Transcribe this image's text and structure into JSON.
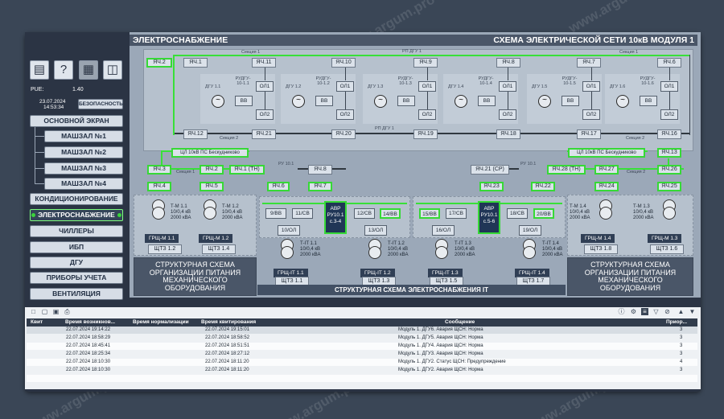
{
  "sidebar": {
    "pue_label": "PUE:",
    "pue_value": "1.40",
    "date": "23.07.2024",
    "time": "14:53:34",
    "security_button": "БЕЗОПАСНОСТЬ",
    "main_screen": "ОСНОВНОЙ ЭКРАН",
    "halls": [
      "МАШЗАЛ №1",
      "МАШЗАЛ №2",
      "МАШЗАЛ №3",
      "МАШЗАЛ №4"
    ],
    "conditioning": "КОНДИЦИОНИРОВАНИЕ",
    "power_supply": "ЭЛЕКТРОСНАБЖЕНИЕ",
    "chillers": "ЧИЛЛЕРЫ",
    "ups": "ИБП",
    "dgu": "ДГУ",
    "meters": "ПРИБОРЫ УЧЕТА",
    "ventilation": "ВЕНТИЛЯЦИЯ",
    "icons": [
      "document-search-icon",
      "help-icon",
      "building-icon",
      "book-icon"
    ]
  },
  "header": {
    "left_title": "ЭЛЕКТРОСНАБЖЕНИЕ",
    "right_title": "СХЕМА ЭЛЕКТРИЧЕСКОЙ СЕТИ 10кВ МОДУЛЯ 1"
  },
  "diagram": {
    "top_row": [
      "ЯЧ.2",
      "ЯЧ.1",
      "ЯЧ.11",
      "ЯЧ.10",
      "ЯЧ.9",
      "ЯЧ.8",
      "ЯЧ.7",
      "ЯЧ.6"
    ],
    "section1": "Секция 1",
    "rp_dgu1": "РП ДГУ 1",
    "section1_right": "Секция 1",
    "dgu": [
      {
        "name": "ДГУ 1.1",
        "rudgu": "РУДГУ- 10-1.1"
      },
      {
        "name": "ДГУ 1.2",
        "rudgu": "РУДГУ- 10-1.2"
      },
      {
        "name": "ДГУ 1.3",
        "rudgu": "РУДГУ- 10-1.3"
      },
      {
        "name": "ДГУ 1.4",
        "rudgu": "РУДГУ- 10-1.4"
      },
      {
        "name": "ДГУ 1.5",
        "rudgu": "РУДГУ- 10-1.5"
      },
      {
        "name": "ДГУ 1.6",
        "rudgu": "РУДГУ- 10-1.6"
      }
    ],
    "vv": "ВВ",
    "ol1": "ОЛ1",
    "ol2": "ОЛ2",
    "mid_row": [
      "ЯЧ.12",
      "ЯЧ.21",
      "ЯЧ.20",
      "ЯЧ.19",
      "ЯЧ.18",
      "ЯЧ.17",
      "ЯЧ.16"
    ],
    "section2": "Секция 2",
    "rp_dgu1_lower": "РП ДГУ 1",
    "section2_right": "Секция 2",
    "cl_left": "ЦЛ 10кВ ПС Бескудниково",
    "cl_right": "ЦЛ 10кВ ПС Бескудниково",
    "ya13": "ЯЧ.13",
    "ru101_left": "РУ 10.1",
    "ru101_right": "РУ 10.1",
    "section1_ru": "Секция 1",
    "section2_ru": "Секция 2",
    "ru_row": [
      "ЯЧ.3",
      "ЯЧ.2",
      "ЯЧ.1 (ТН)",
      "ЯЧ.8",
      "ЯЧ.21 (СР)",
      "ЯЧ.28 (ТН)",
      "ЯЧ.27",
      "ЯЧ.26"
    ],
    "ru_row2": [
      "ЯЧ.4",
      "ЯЧ.5",
      "ЯЧ.6",
      "ЯЧ.7",
      "ЯЧ.23",
      "ЯЧ.22",
      "ЯЧ.24",
      "ЯЧ.25"
    ],
    "rp_left": [
      "9/ВВ",
      "11/СВ",
      "12/СВ",
      "14/ВВ"
    ],
    "rp_right": [
      "15/ВВ",
      "17/СВ",
      "18/СВ",
      "20/ВВ"
    ],
    "ol_left": [
      "10/ОЛ",
      "13/ОЛ"
    ],
    "ol_right": [
      "16/ОЛ",
      "19/ОЛ"
    ],
    "avr_left": "АВР РУ10.1 с.3-4",
    "avr_right": "АВР РУ10.1 с.5-6",
    "tm_left": [
      {
        "name": "Т-М 1.1",
        "spec": "10/0,4 кВ",
        "power": "2000 кВА"
      },
      {
        "name": "Т-М 1.2",
        "spec": "10/0,4 кВ",
        "power": "2000 кВА"
      }
    ],
    "tm_right": [
      {
        "name": "Т-М 1.4",
        "spec": "10/0,4 кВ",
        "power": "2000 кВА"
      },
      {
        "name": "Т-М 1.3",
        "spec": "10/0,4 кВ",
        "power": "2000 кВА"
      }
    ],
    "tit": [
      {
        "name": "Т-IT 1.1",
        "spec": "10/0,4 кВ",
        "power": "2000 кВА"
      },
      {
        "name": "Т-IT 1.2",
        "spec": "10/0,4 кВ",
        "power": "2000 кВА"
      },
      {
        "name": "Т-IT 1.3",
        "spec": "10/0,4 кВ",
        "power": "2000 кВА"
      },
      {
        "name": "Т-IT 1.4",
        "spec": "10/0,4 кВ",
        "power": "2000 кВА"
      }
    ],
    "grsh_m": [
      "ГРЩ-М 1.1",
      "ГРЩ-М 1.2",
      "ГРЩ-М 1.4",
      "ГРЩ-М 1.3"
    ],
    "sht_m": [
      "ЩТЗ 1.2",
      "ЩТЗ 1.4",
      "ЩТЗ 1.8",
      "ЩТЗ 1.6"
    ],
    "grsh_it": [
      "ГРЩ-IT 1.1",
      "ГРЩ-IT 1.2",
      "ГРЩ-IT 1.3",
      "ГРЩ-IT 1.4"
    ],
    "sht_it": [
      "ЩТЗ 1.1",
      "ЩТЗ 1.3",
      "ЩТЗ 1.5",
      "ЩТЗ 1.7"
    ],
    "struct_mech": "СТРУКТУРНАЯ СХЕМА ОРГАНИЗАЦИИ ПИТАНИЯ МЕХАНИЧЕСКОГО ОБОРУДОВАНИЯ",
    "struct_mech_right": "СТРУКТУРНАЯ СХЕМА ОРГАНИЗАЦИИ ПИТАНИЯ МЕХАНИЧЕСКОГО ОБОРУДОВАНИЯ",
    "struct_it": "СТРУКТУРНАЯ СХЕМА ЭЛЕКТРОСНАБЖЕНИЯ IT"
  },
  "alarms": {
    "columns": [
      "Квит",
      "Время возникнов...",
      "Время нормализации",
      "Время квитирования",
      "Сообщение",
      "Приор..."
    ],
    "rows": [
      {
        "occurred": "22.07.2024 19:14:22",
        "ack": "22.07.2024 19:15:01",
        "msg": "Модуль 1. ДГУ6. Авария ЩСН: Норма",
        "prio": "3"
      },
      {
        "occurred": "22.07.2024 18:58:29",
        "ack": "22.07.2024 18:58:52",
        "msg": "Модуль 1. ДГУ5. Авария ЩСН: Норма",
        "prio": "3"
      },
      {
        "occurred": "22.07.2024 18:45:41",
        "ack": "22.07.2024 18:51:51",
        "msg": "Модуль 1. ДГУ4. Авария ЩСН: Норма",
        "prio": "3"
      },
      {
        "occurred": "22.07.2024 18:25:34",
        "ack": "22.07.2024 18:27:12",
        "msg": "Модуль 1. ДГУ3. Авария ЩСН: Норма",
        "prio": "3"
      },
      {
        "occurred": "22.07.2024 18:10:30",
        "ack": "22.07.2024 18:11:20",
        "msg": "Модуль 1. ДГУ2. Статус ЩСН: Предупреждение",
        "prio": "4"
      },
      {
        "occurred": "22.07.2024 18:10:30",
        "ack": "22.07.2024 18:11:20",
        "msg": "Модуль 1. ДГУ2. Авария ЩСН: Норма",
        "prio": "3"
      }
    ]
  },
  "watermark": "www.argum.pro"
}
